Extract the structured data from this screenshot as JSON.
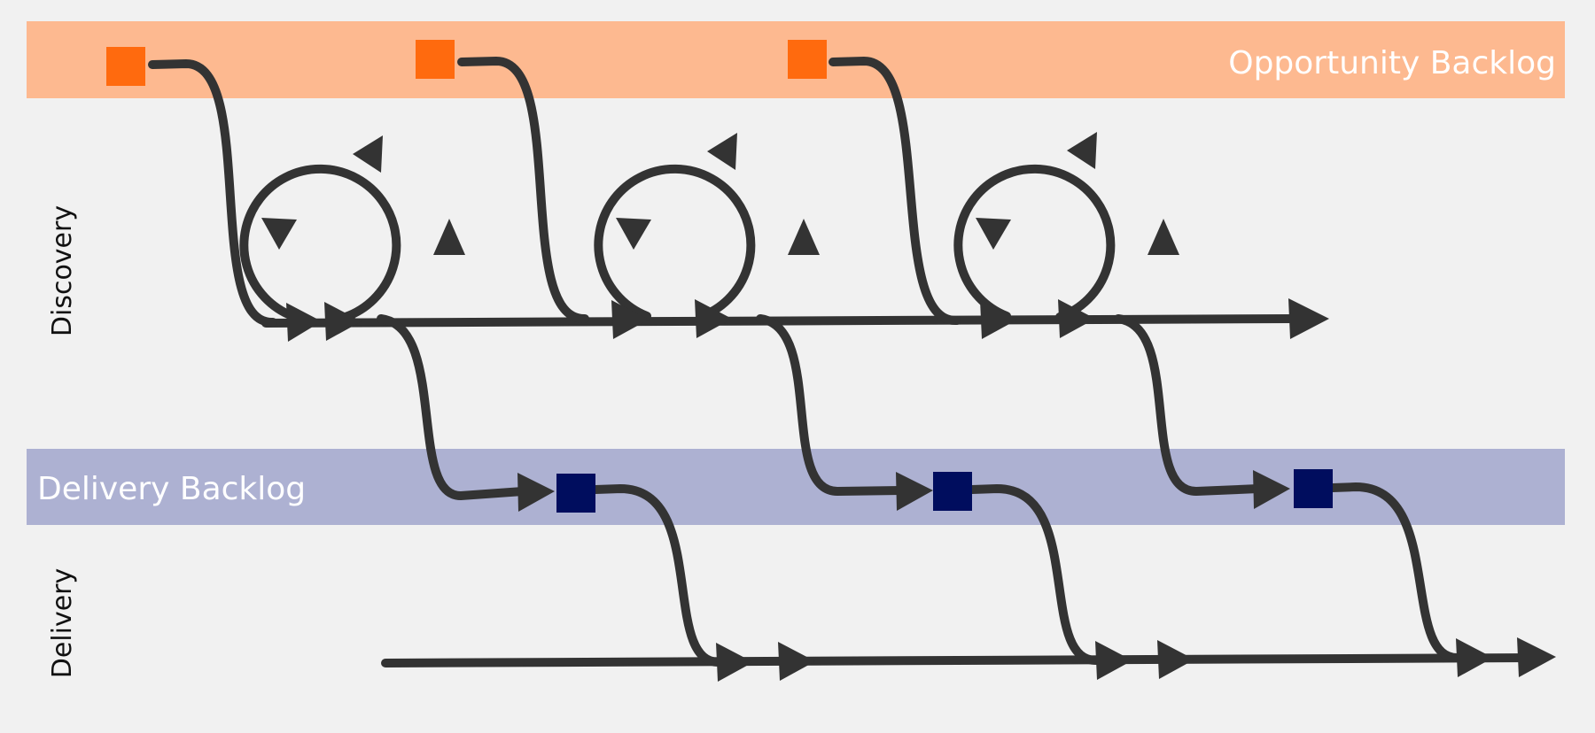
{
  "bands": {
    "opportunity": {
      "label": "Opportunity Backlog",
      "color": "#fdb990",
      "item_color": "#ff6a0e"
    },
    "delivery": {
      "label": "Delivery Backlog",
      "color": "#adb1d2",
      "item_color": "#000d5e"
    }
  },
  "lanes": {
    "discovery": {
      "label": "Discovery"
    },
    "delivery": {
      "label": "Delivery"
    }
  },
  "colors": {
    "flow": "#333333",
    "background": "#f1f1f1"
  }
}
